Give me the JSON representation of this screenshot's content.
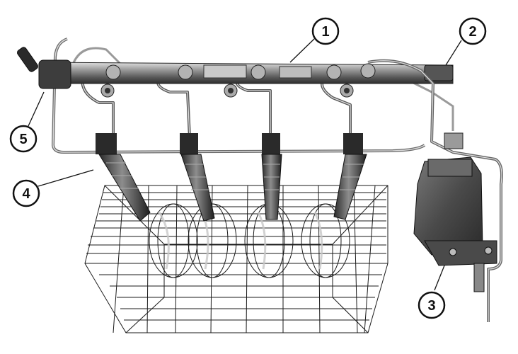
{
  "figure": {
    "callouts": [
      {
        "id": "1",
        "label": "1"
      },
      {
        "id": "2",
        "label": "2"
      },
      {
        "id": "3",
        "label": "3"
      },
      {
        "id": "4",
        "label": "4"
      },
      {
        "id": "5",
        "label": "5"
      }
    ],
    "colors": {
      "background": "#ffffff",
      "metal_dark": "#3a3a3a",
      "metal_mid": "#8a8a8a",
      "metal_light": "#d6d6d6",
      "wire": "#1a1a1a",
      "pipe_pale": "#bfbfbf",
      "callout_stroke": "#111111"
    }
  }
}
